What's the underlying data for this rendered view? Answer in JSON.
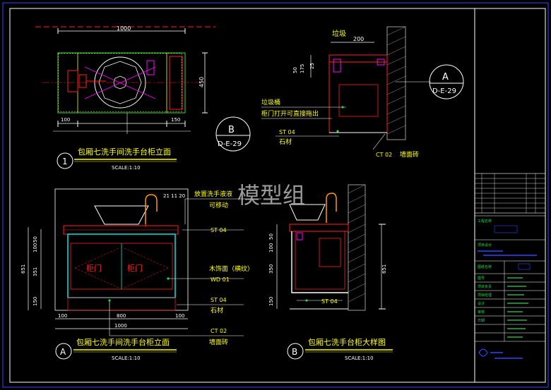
{
  "colors": {
    "background": "#000000",
    "frame": "#2b3bd6",
    "white": "#ffffff",
    "yellow": "#ffff00",
    "green": "#2bd64a",
    "red": "#ff2020",
    "magenta": "#ff00ff",
    "cyan": "#00e5e5",
    "grey": "#9a9a9a",
    "blue": "#3344ff"
  },
  "watermark": "模型组",
  "plan": {
    "dim_top": "1000",
    "dim_right": "450",
    "dim_bottom_left": "100",
    "dim_bottom_right": "150",
    "callout_letter": "B",
    "callout_ref": "D-E-29",
    "number": "1",
    "title": "包厢七洗手间洗手台柜立面",
    "scale": "SCALE:1:10"
  },
  "section_top": {
    "trash_label": "垃圾",
    "dim_top": "200",
    "dim_left_a": "50",
    "dim_left_b": "175",
    "dim_left_c": "25",
    "callout_letter": "A",
    "callout_ref": "D-E-29",
    "note_line1": "垃圾桶",
    "note_line2": "柜门打开可直接拖出",
    "st_code": "ST 04",
    "st_material": "石材",
    "ct_code": "CT 02",
    "ct_material": "墙面砖"
  },
  "elevation_a": {
    "faucet_dims": "21 11 20",
    "note_line1": "放置洗手液液",
    "note_line2": "可移动",
    "st_top": "ST 04",
    "door_left": "柜门",
    "door_right": "柜门",
    "wood_line1": "木饰面（横纹）",
    "wood_code": "WD 01",
    "st_mid_code": "ST 04",
    "st_mid_material": "石材",
    "ct_code": "CT 02",
    "ct_material": "墙面砖",
    "dim_left_50": "50",
    "dim_left_100": "100",
    "dim_left_351": "351",
    "dim_left_150": "150",
    "dim_left_651": "651",
    "dim_bottom_100a": "100",
    "dim_bottom_800": "800",
    "dim_bottom_100b": "100",
    "dim_bottom_1000": "1000",
    "letter": "A",
    "title": "包厢七洗手间洗手台柜立面",
    "scale": "SCALE:1:10"
  },
  "elevation_b": {
    "dim_left_50": "50",
    "dim_left_100": "100",
    "dim_left_350": "350",
    "dim_left_150": "150",
    "dim_right_651": "651",
    "st_code": "ST 04",
    "letter": "B",
    "title": "包厢七洗手台柜大样图",
    "scale": "SCALE:1:10"
  },
  "title_block": {
    "r1": "工程名称",
    "r2": "项目设计",
    "r3": "图纸名称",
    "r4": "图号",
    "r5": "项目负责",
    "r6": "项目经理",
    "r7": "设计",
    "r8": "审核",
    "r9": "日期"
  }
}
